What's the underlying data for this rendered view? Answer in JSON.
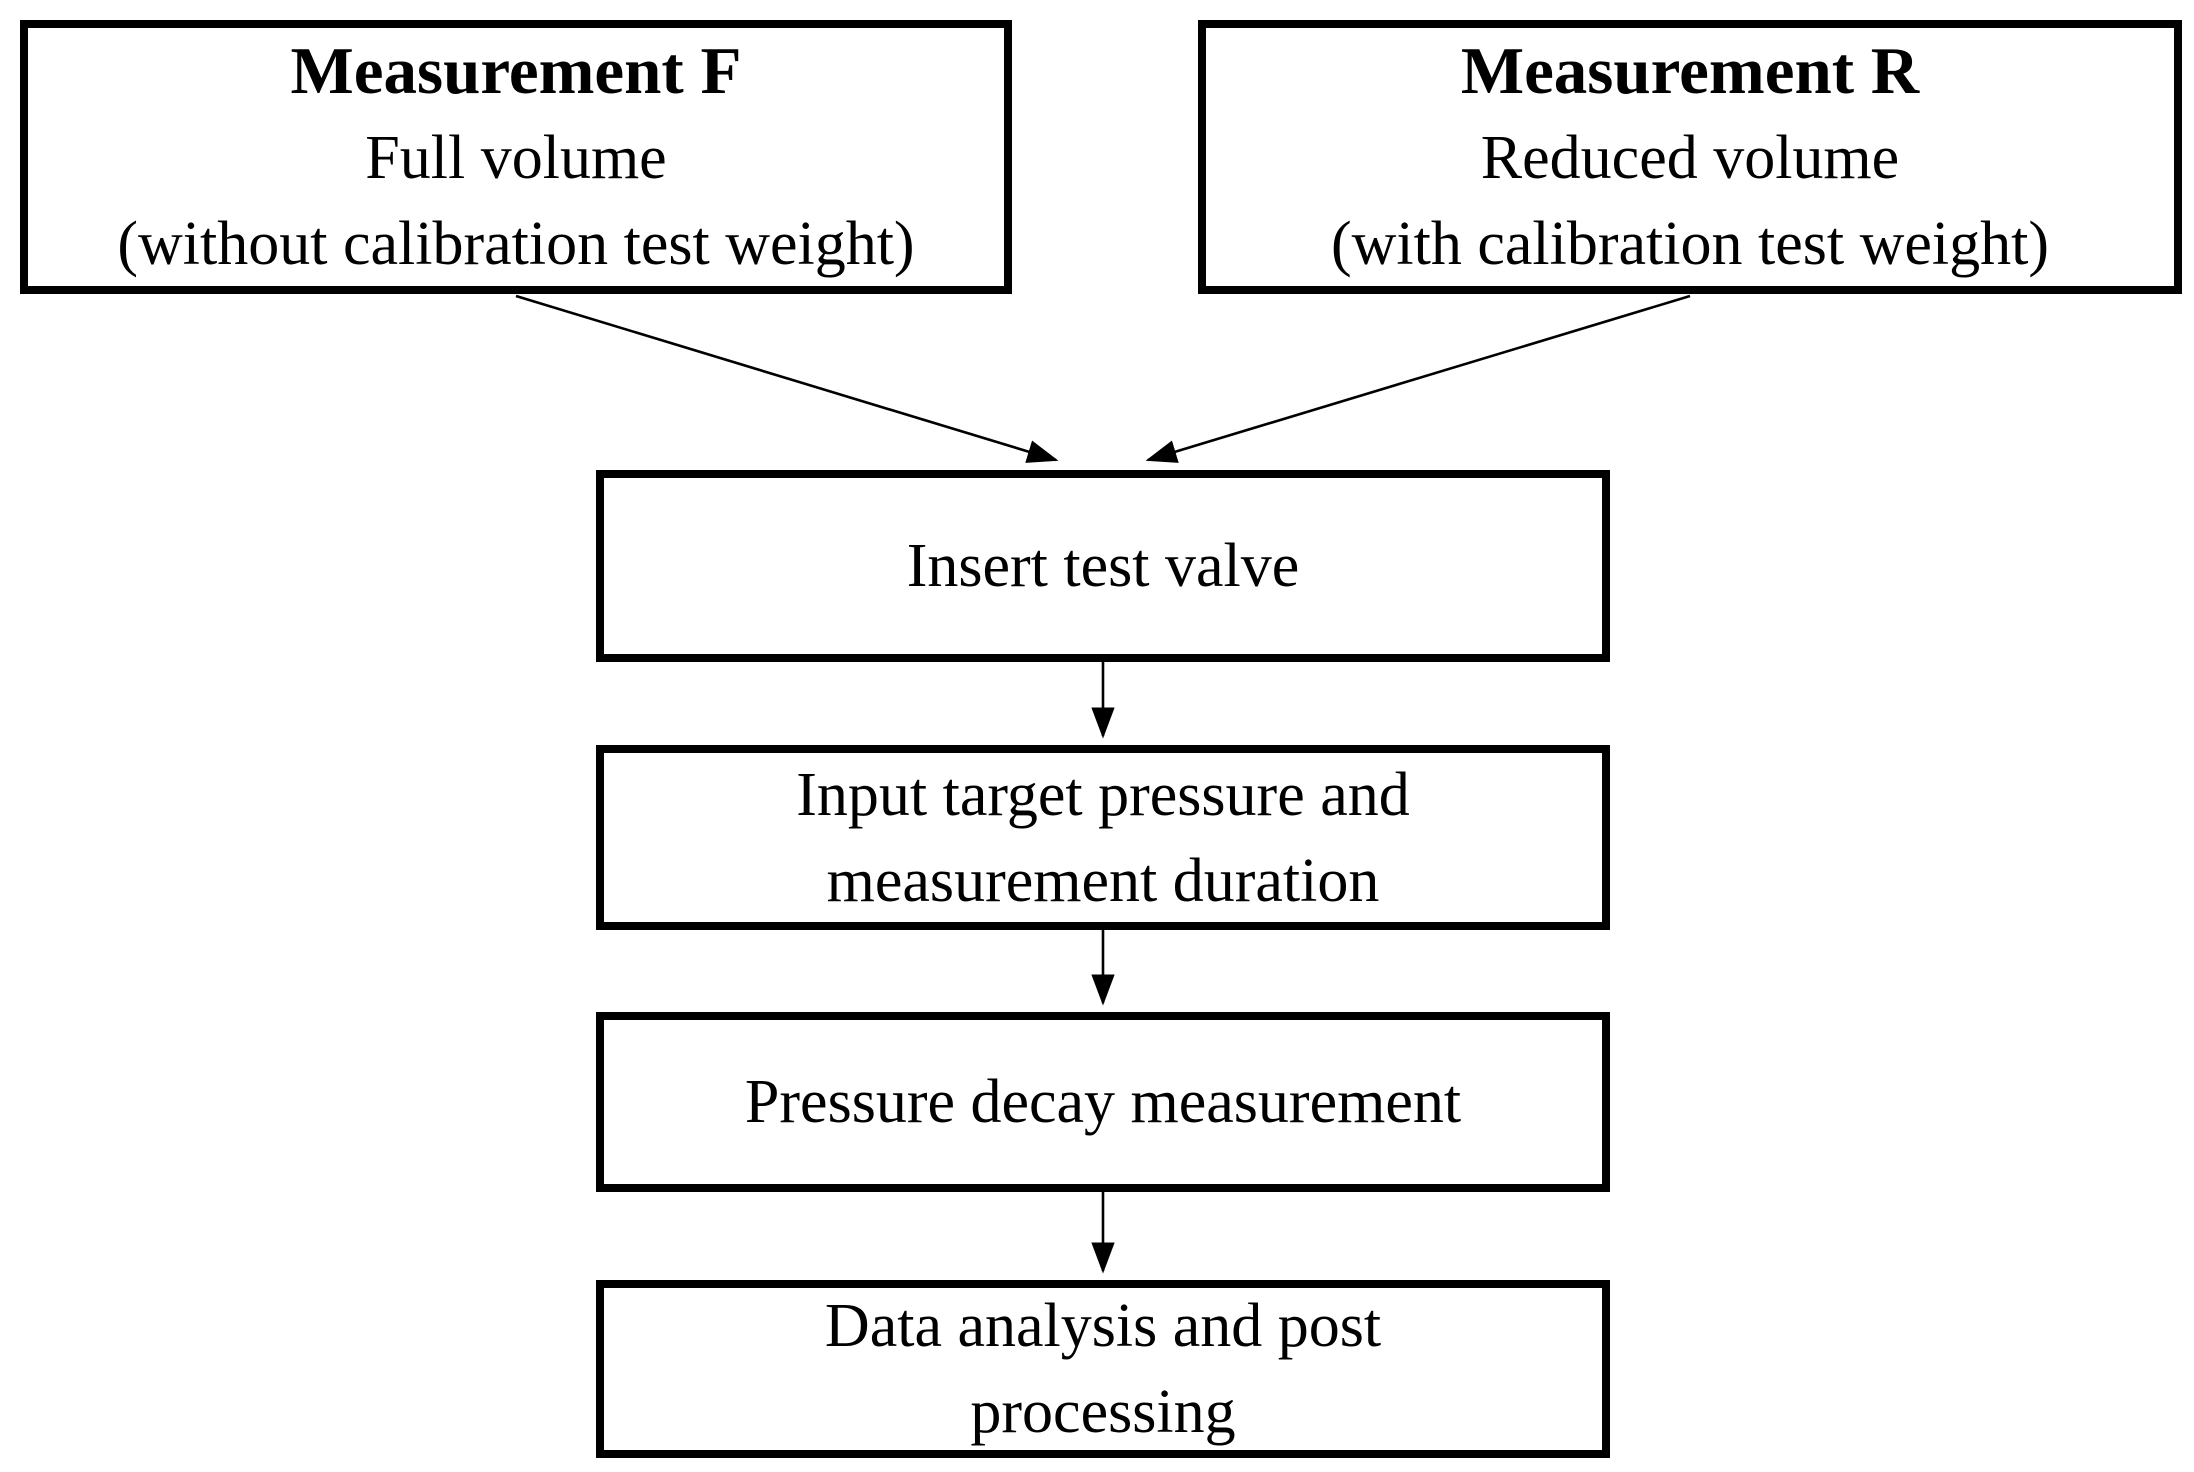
{
  "diagram": {
    "type": "flowchart",
    "colors": {
      "background": "#ffffff",
      "border": "#000000",
      "text": "#000000",
      "arrow": "#000000"
    },
    "nodes": {
      "measurement_f": {
        "lines": [
          "Measurement F",
          "Full volume",
          "(without calibration test weight)"
        ]
      },
      "measurement_r": {
        "lines": [
          "Measurement R",
          "Reduced volume",
          "(with calibration test weight)"
        ]
      },
      "insert_test_valve": {
        "lines": [
          "Insert test valve"
        ]
      },
      "input_target_pressure": {
        "lines": [
          "Input target pressure and",
          "measurement duration"
        ]
      },
      "pressure_decay": {
        "lines": [
          "Pressure decay measurement"
        ]
      },
      "data_analysis": {
        "lines": [
          "Data analysis and post",
          "processing"
        ]
      }
    },
    "edges": [
      {
        "from": "measurement_f",
        "to": "insert_test_valve"
      },
      {
        "from": "measurement_r",
        "to": "insert_test_valve"
      },
      {
        "from": "insert_test_valve",
        "to": "input_target_pressure"
      },
      {
        "from": "input_target_pressure",
        "to": "pressure_decay"
      },
      {
        "from": "pressure_decay",
        "to": "data_analysis"
      }
    ]
  }
}
